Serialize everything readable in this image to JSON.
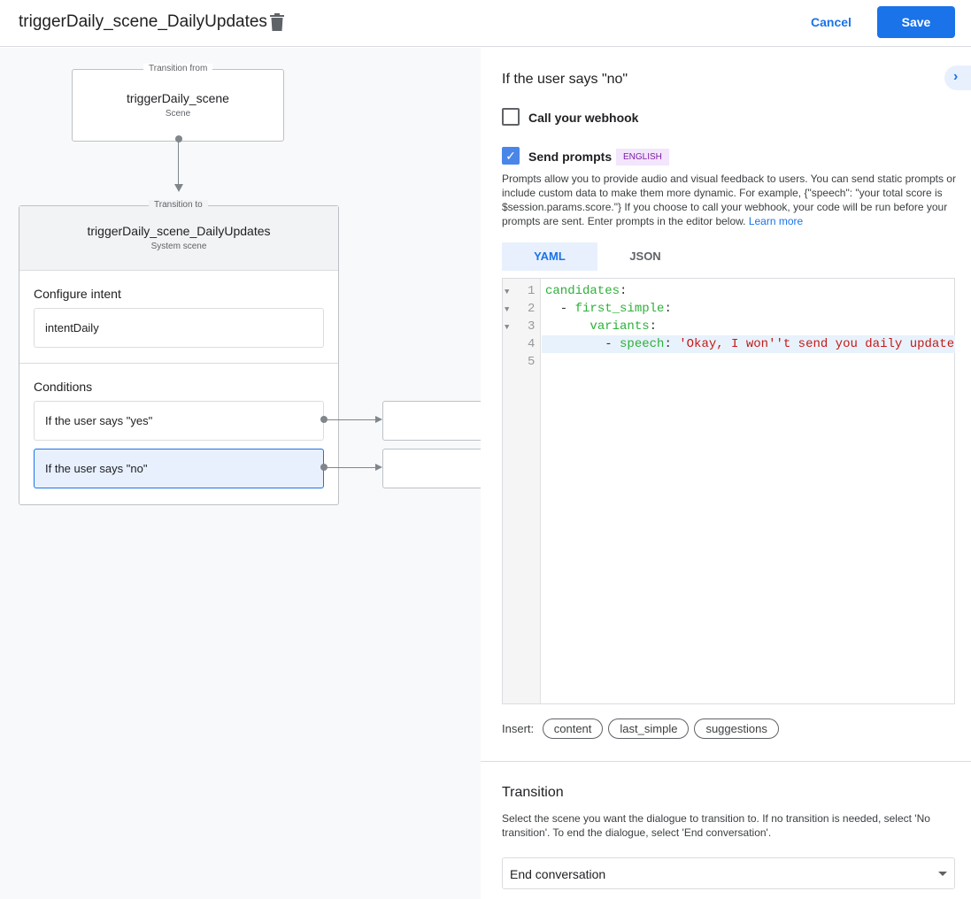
{
  "header": {
    "title": "triggerDaily_scene_DailyUpdates",
    "cancel": "Cancel",
    "save": "Save"
  },
  "canvas": {
    "from_label": "Transition from",
    "from_name": "triggerDaily_scene",
    "from_type": "Scene",
    "to_label": "Transition to",
    "to_name": "triggerDaily_scene_DailyUpdates",
    "to_type": "System scene",
    "intent_heading": "Configure intent",
    "intent": "intentDaily",
    "conditions_heading": "Conditions",
    "conditions": [
      "If the user says \"yes\"",
      "If the user says \"no\""
    ]
  },
  "panel": {
    "heading": "If the user says \"no\"",
    "webhook_label": "Call your webhook",
    "webhook_checked": false,
    "prompts_label": "Send prompts",
    "prompts_checked": true,
    "language_badge": "ENGLISH",
    "description": "Prompts allow you to provide audio and visual feedback to users. You can send static prompts or include custom data to make them more dynamic. For example, {\"speech\": \"your total score is $session.params.score.\"} If you choose to call your webhook, your code will be run before your prompts are sent. Enter prompts in the editor below.",
    "learn_more": "Learn more",
    "tabs": [
      "YAML",
      "JSON"
    ],
    "active_tab": "YAML",
    "code_lines": [
      "1",
      "2",
      "3",
      "4",
      "5"
    ],
    "insert_label": "Insert:",
    "insert_chips": [
      "content",
      "last_simple",
      "suggestions"
    ],
    "transition_heading": "Transition",
    "transition_desc": "Select the scene you want the dialogue to transition to. If no transition is needed, select 'No transition'. To end the dialogue, select 'End conversation'.",
    "transition_value": "End conversation"
  },
  "colors": {
    "accent": "#1a73e8",
    "yaml_key": "#2db039",
    "yaml_string": "#c41a16"
  }
}
